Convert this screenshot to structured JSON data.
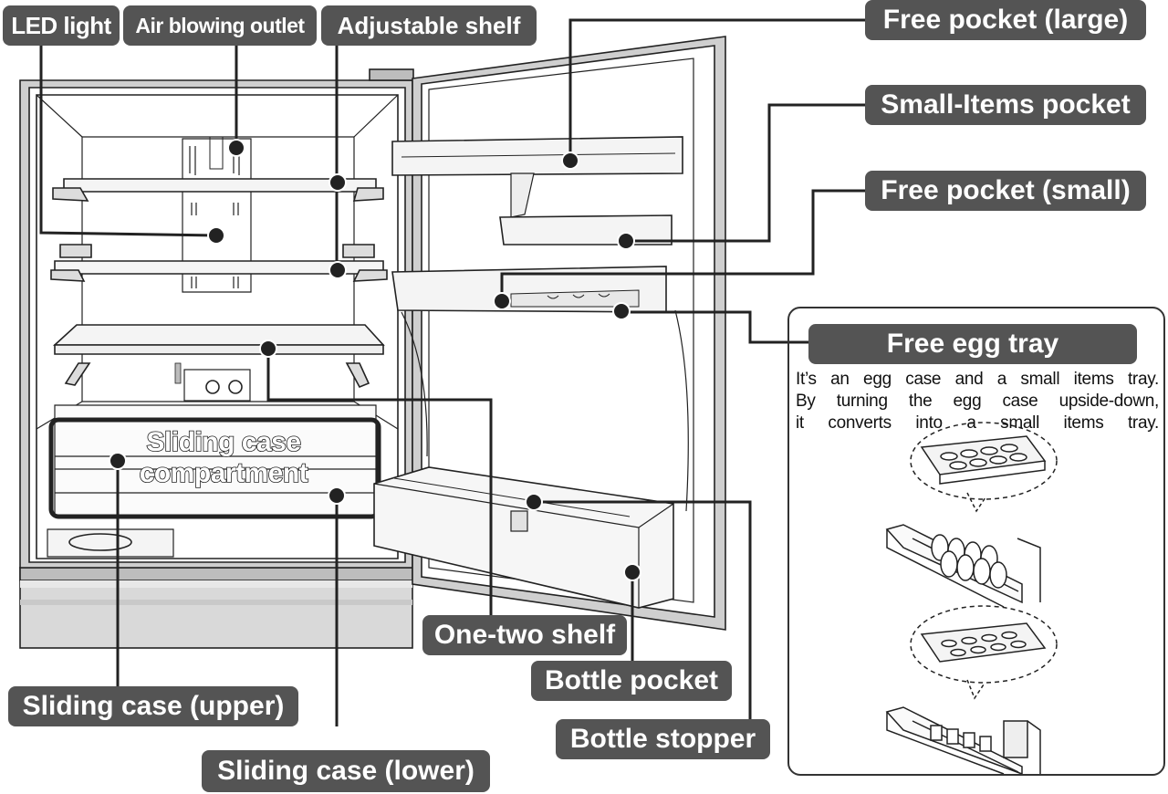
{
  "labels": {
    "led_light": "LED light",
    "air_outlet": "Air blowing outlet",
    "adjustable_shelf": "Adjustable shelf",
    "free_pocket_large": "Free pocket (large)",
    "small_items_pocket": "Small-Items pocket",
    "free_pocket_small": "Free pocket (small)",
    "free_egg_tray": "Free egg tray",
    "sliding_case_compartment_line1": "Sliding case",
    "sliding_case_compartment_line2": "compartment",
    "one_two_shelf": "One-two shelf",
    "bottle_pocket": "Bottle pocket",
    "bottle_stopper": "Bottle stopper",
    "sliding_case_upper": "Sliding case (upper)",
    "sliding_case_lower": "Sliding case (lower)"
  },
  "egg_tray_description": {
    "line1": "It’s an egg case and a small items tray.",
    "line2": "By turning the egg case upside-down,",
    "line3": "it converts into a small items tray."
  },
  "colors": {
    "label_fill": "#545454",
    "label_text": "#ffffff",
    "line": "#222222"
  }
}
